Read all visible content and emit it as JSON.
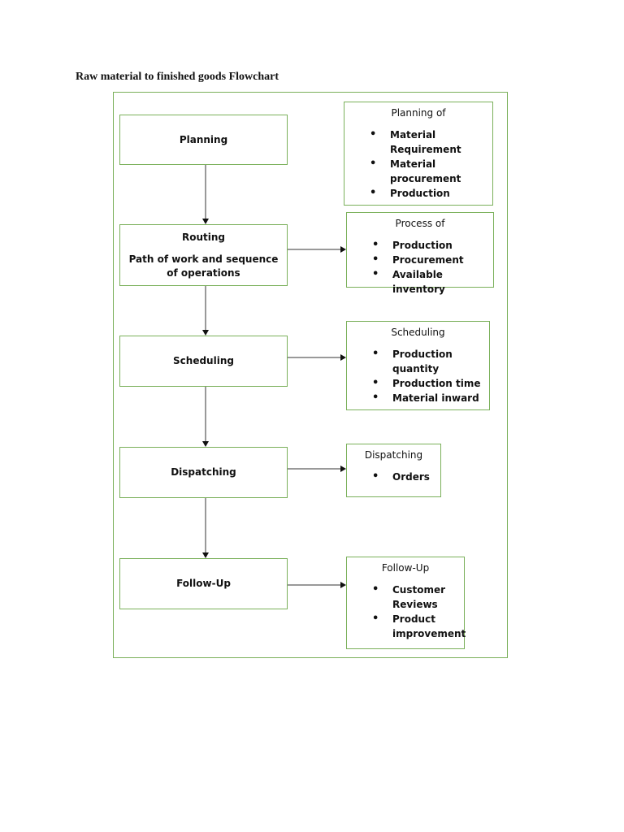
{
  "title": "Raw material to finished goods Flowchart",
  "steps": [
    {
      "label": "Planning",
      "sub": ""
    },
    {
      "label": "Routing",
      "sub": "Path of work and sequence of operations"
    },
    {
      "label": "Scheduling",
      "sub": ""
    },
    {
      "label": "Dispatching",
      "sub": ""
    },
    {
      "label": "Follow-Up",
      "sub": ""
    }
  ],
  "notes": [
    {
      "title": "Planning of",
      "items": [
        "Material Requirement",
        "Material procurement",
        "Production"
      ]
    },
    {
      "title": "Process of",
      "items": [
        "Production",
        "Procurement",
        "Available inventory"
      ]
    },
    {
      "title": "Scheduling",
      "items": [
        "Production quantity",
        "Production time",
        "Material inward"
      ]
    },
    {
      "title": "Dispatching",
      "items": [
        "Orders"
      ]
    },
    {
      "title": "Follow-Up",
      "items": [
        "Customer Reviews",
        "Product improvement"
      ]
    }
  ]
}
